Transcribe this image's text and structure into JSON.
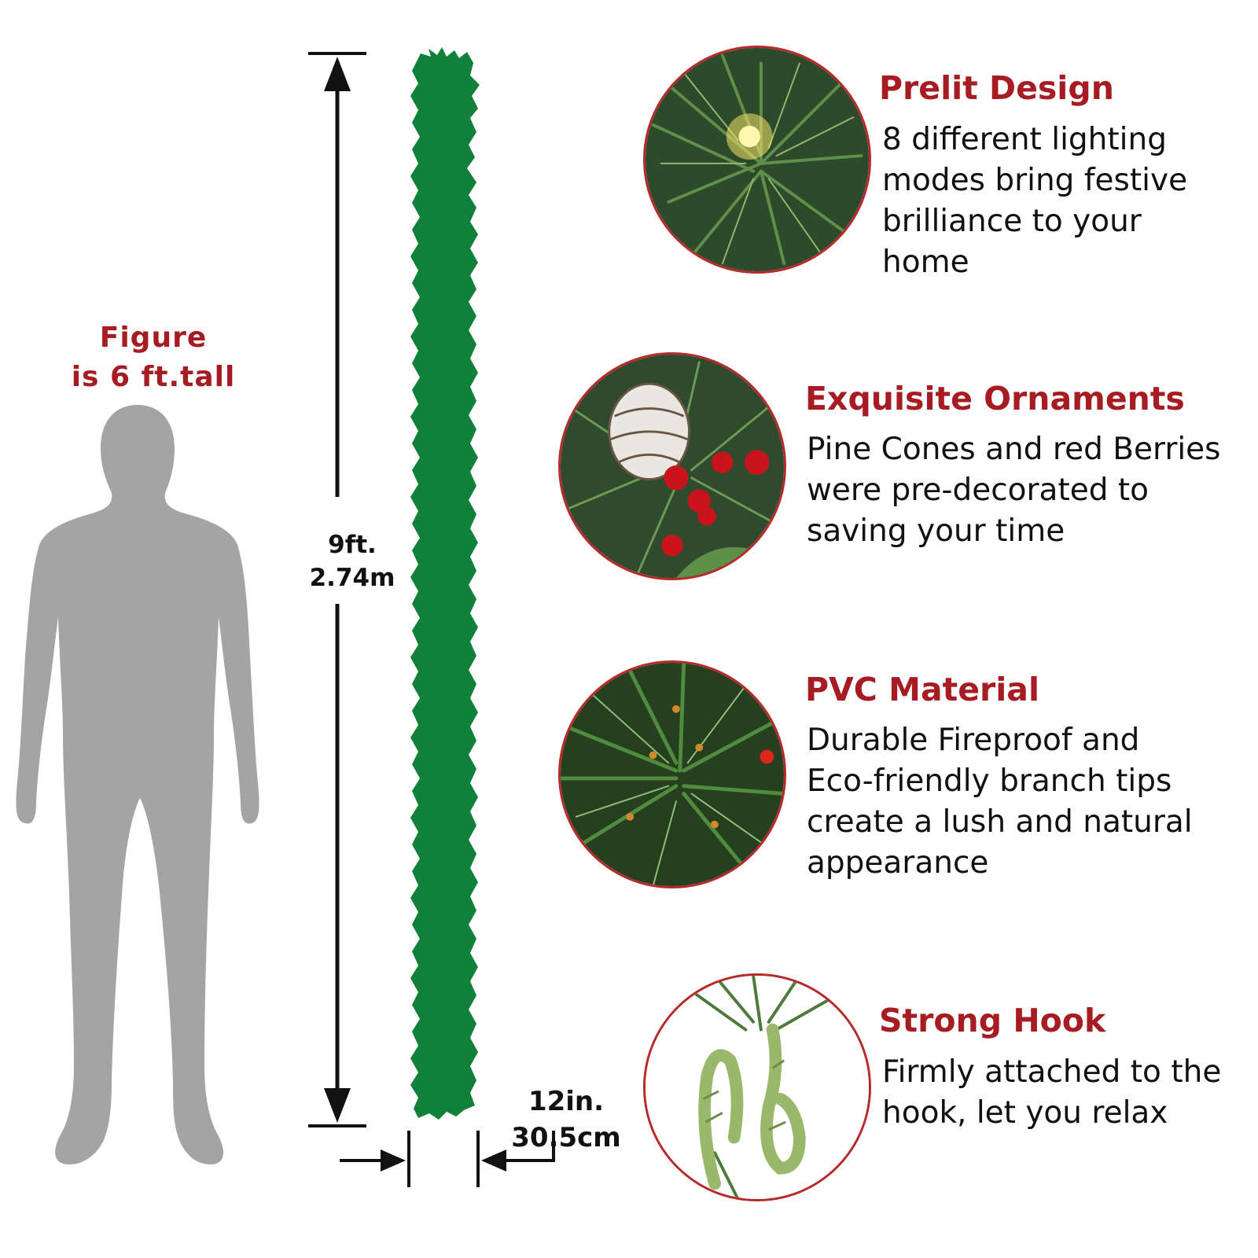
{
  "figure_label": {
    "line1": "Figure",
    "line2": "is 6 ft.tall"
  },
  "dimensions": {
    "height_ft": "9ft.",
    "height_m": "2.74m",
    "width_in": "12in.",
    "width_cm": "30.5cm"
  },
  "colors": {
    "accent": "#a61c22",
    "garland": "#11803a",
    "silhouette": "#a4a4a4"
  },
  "features": [
    {
      "title": "Prelit Design",
      "lines": [
        "8 different lighting",
        "modes bring festive",
        "brilliance to your",
        "home"
      ],
      "icon": "prelit-lights-icon"
    },
    {
      "title": "Exquisite Ornaments",
      "lines": [
        "Pine Cones and red Berries",
        "were pre-decorated to",
        "saving your time"
      ],
      "icon": "pinecone-berries-icon"
    },
    {
      "title": "PVC Material",
      "lines": [
        "Durable Fireproof and",
        "Eco-friendly branch tips",
        "create a lush and natural",
        "appearance"
      ],
      "icon": "pvc-branch-icon"
    },
    {
      "title": "Strong Hook",
      "lines": [
        "Firmly attached to the",
        "hook, let you relax"
      ],
      "icon": "hook-icon"
    }
  ]
}
